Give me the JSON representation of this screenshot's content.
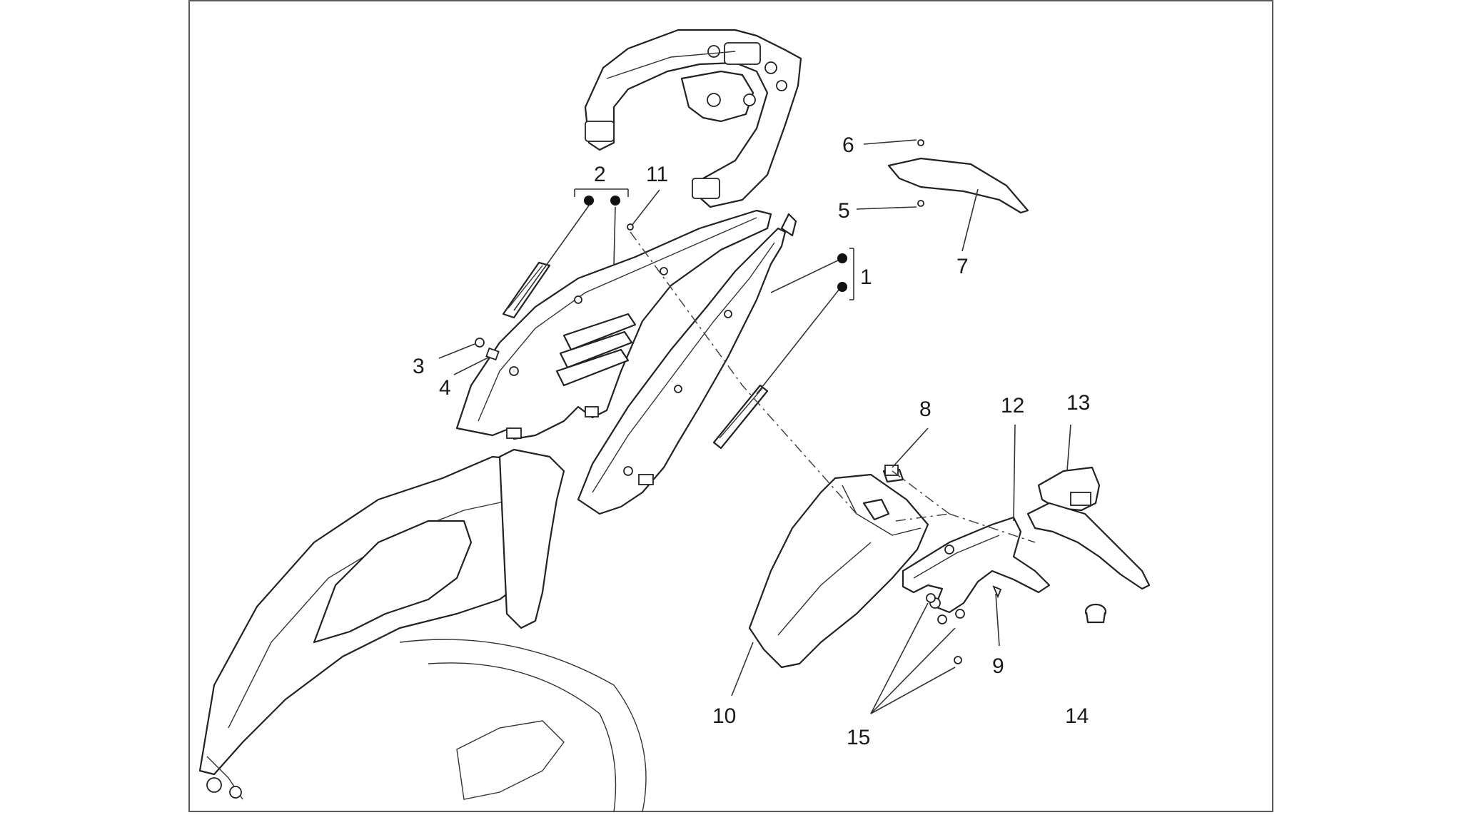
{
  "diagram": {
    "callouts": [
      {
        "id": "1",
        "label": "1"
      },
      {
        "id": "2",
        "label": "2"
      },
      {
        "id": "3",
        "label": "3"
      },
      {
        "id": "4",
        "label": "4"
      },
      {
        "id": "5",
        "label": "5"
      },
      {
        "id": "6",
        "label": "6"
      },
      {
        "id": "7",
        "label": "7"
      },
      {
        "id": "8",
        "label": "8"
      },
      {
        "id": "9",
        "label": "9"
      },
      {
        "id": "10",
        "label": "10"
      },
      {
        "id": "11",
        "label": "11"
      },
      {
        "id": "12",
        "label": "12"
      },
      {
        "id": "13",
        "label": "13"
      },
      {
        "id": "14",
        "label": "14"
      },
      {
        "id": "15",
        "label": "15"
      }
    ],
    "colors": {
      "line": "#222222",
      "frame": "#5a5a5a",
      "background": "#ffffff"
    }
  }
}
